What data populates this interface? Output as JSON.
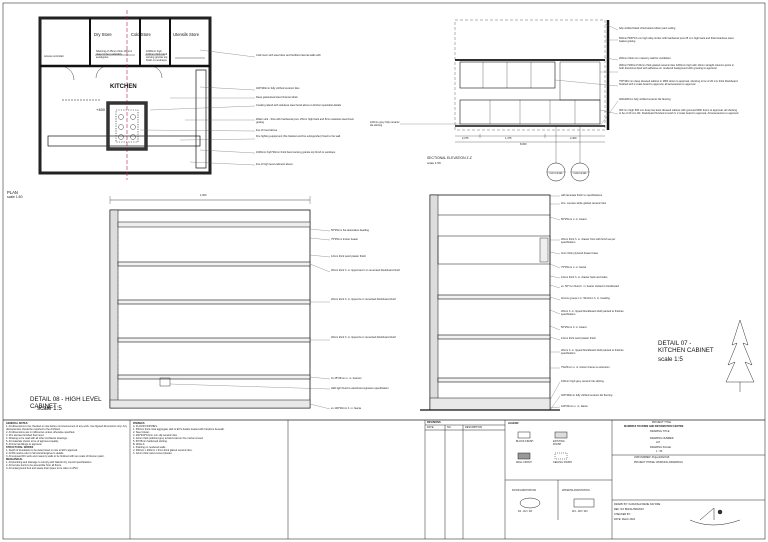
{
  "plan": {
    "rooms": {
      "dry_store": "Dry Store",
      "cold_store": "Cold Store",
      "utensils_store": "Utensils Store",
      "kitchen": "KITCHEN"
    },
    "level": "+450",
    "notes_in_plan": [
      "Shelving of 45mm thick 100mm deep timber preferably eucalyptus",
      "1000mm high 100mm thick hand carving granite top finish on worktops"
    ],
    "access_note": "Access controller",
    "callouts": [
      "Cold room with steel door and fortified internal walls with",
      "400*400mm fully vitrified ceramic tiles",
      "Deep galvanised steel channel drain",
      "Cooking island with stainless steel hood above to kitchen specialist details",
      "Water sink - Sink with hardwood post, 25mm high back and 8mm stainless steel bowl grating",
      "line of hood above",
      "Fire fighting equipment (fire blanket and fire extinguisher) fixed to the wall",
      "1000mm high*40mm thick hand carving granite top finish to worktops",
      "line of high level cabinets above"
    ],
    "title": "PLAN",
    "scale": "scale 1:50"
  },
  "section": {
    "callouts": [
      "fully vitrified black chlorinated rubber paint ceiling",
      "600mm*600*10 mm high alloy timber with hardwood post 25 mm high back and fitted stainless steel basket grating",
      "200mm thick rsm masonry wall for ventilation",
      "300mm*200mm*20mm thick glazed ceramic tiles 1200mm high with 10mm straight columns joints in both directions fixed with adhesive on rendered background with grouting to approval",
      "750*430 mm deep dressed cabinet in MDF doors to approval, shelving to be of 20 mm thick blockboard finished with 2 coats board to approval, all accessories to approval",
      "400x400mm fully vitrified ceramic tile flooring",
      "900 mm high 600 mm deep low level dressed cabinet with grooved MDF doors to approval, all shelving to be of 20 mm thk. blockboard finished smooth in 2 coats board to approval. All accessories to approval"
    ],
    "tile_note": "100mm grey fully ceramic tile skirting",
    "dims": [
      "2,375",
      "1,475",
      "2,400",
      "8,000"
    ],
    "detail_tags": [
      "CH07 DETAIL",
      "CH08 DETAIL"
    ],
    "title": "SECTIONAL ELEVATION Z-Z",
    "scale": "scale 1:50"
  },
  "detail08": {
    "dim_top": "1,000",
    "callouts": [
      "50*25mm fsa decorative beading",
      "75*25mm timber beater",
      "12mm thick sand plaster finish",
      "20mm thick h. m. lipped and / or cemented blockboard shelf",
      "20mm thick h. m. lipped & or cemented blockboard shelf",
      "20mm thick h. m. lipped & or cemented blockboard shelf",
      "4x 25*25mm u. m. bearers",
      "LED light fixed to electrical engineers specification",
      "ex 100*20mm h. m. fascia"
    ],
    "title": "DETAIL 08 - HIGH LEVEL CABINET",
    "scale": "scale 1:5"
  },
  "detail07": {
    "callouts": [
      "with laminate finish to specifications",
      "2no. courses white glazed ceramic tiles",
      "50*25mm u. m. bearer",
      "20mm thick h. m. drawer front with finish as per specification",
      "4mm thick plywood drawer base",
      "75*25mm u. m. fascia",
      "12mm thick h. m. drawer back and sides",
      "ex. 50*mm fixed h. m. bearer slotted to blockboard",
      "bronze groove t.m. 50x4mm h. m. beading",
      "20mm h. m. lipped blockboard shelf painted to finishes specification",
      "50*25mm h. m. bearer",
      "12mm thick sand plaster finish",
      "20mm h. m. lipped blockboard shelf painted to finishes specification",
      "75x25mm u. m. bottom frame to extension",
      "100mm high grey ceramic tile skirting",
      "400*400mm fully vitrified ceramic tile flooring",
      "100*20mm u. m. fascia"
    ],
    "title": "DETAIL 07 - KITCHEN CABINET",
    "scale": "scale 1:5"
  },
  "title_block": {
    "general_notes_title": "GENERAL NOTES",
    "general_notes": [
      "1. All dimensions to be checked on site before commencement of any work. Use figured dimensions only. Any discrepancies should be reported to the Architect.",
      "2. All dimensions are in millimetres unless otherwise specified.",
      "3. FFL denotes finished floor level.",
      "4. Drawing to be read with all other Architects drawings.",
      "5. All materials shown to be of approved quality.",
      "6. All internal fittings to approval."
    ],
    "structural_title": "STRUCTURAL WORKS",
    "structural": [
      "1. Depth of foundation to be determined on site to EO's approval.",
      "2. All RC works refer to Structural Engineer's details.",
      "3. All exposed RC work and masonry walls to be finished with two coats of bitumen paint."
    ],
    "mechanical_title": "MECHANICAL",
    "mechanical": [
      "1. All plumbing and drainage to comply with Nairobi city council specifications.",
      "2. All service ducts to be accessible from all floors.",
      "3. All underground foul and waste drain pipes to be class 4 uPVC."
    ],
    "finishes_title": "FINISHES",
    "finishes": [
      "A. FLOOR FINISHES",
      "1. 300mm thick coral aggregate slab to EO's details treated with hardcore beneath.",
      "2. Steel trowel.",
      "3. 400*400*10mm non slip ceramic tiles.",
      "4. 12mm thick polished grey terrazzo laid on fine mortar screed.",
      "5. 50*25mm hardwood skirting.",
      "B. WALLS",
      "1. Painting on rendered walls.",
      "2. 300mm x 200mm x 6mm thick glazed ceramic tiles.",
      "3. 12mm thick sand cement plaster."
    ],
    "legend_title": "LEGEND",
    "legend_items": [
      "BLOCK FINISH",
      "EXISTING FINISH",
      "WALL FINISH",
      "CEILING FINISH"
    ],
    "annotation_labels": [
      "DOOR ANNOTATION",
      "WINDOW ANNOTATION"
    ],
    "door_code": "D1 - D2 / D3",
    "window_code": "W1 - W2 / W3",
    "revision_title": "REVISIONS",
    "revision_cols": [
      "DATE",
      "NO.",
      "DESCRIPTION"
    ],
    "project_title": "PROJECT TITLE",
    "project_name": "MAMBRUI TOURISM AND INFORMATION CENTRE",
    "drawing_title": "DRAWING TITLE",
    "drawing_number": "DRAWING NUMBER",
    "drawing_number_value": "L07",
    "drawing_scale": "DRAWING SCALE",
    "drawing_scale_value": "1 : 50",
    "job_number": "JOB NUMBER: Project/2023/16",
    "project_phase": "PROJECT PHASE: WORKING DRAWINGS",
    "drawn_by": "DRAWN BY: KARUNGA IRENE NAYORE",
    "reg_no": "REF: NO B02/11/999/2023",
    "checked_by": "CHECKED BY:",
    "date": "DATE: March 2024"
  }
}
